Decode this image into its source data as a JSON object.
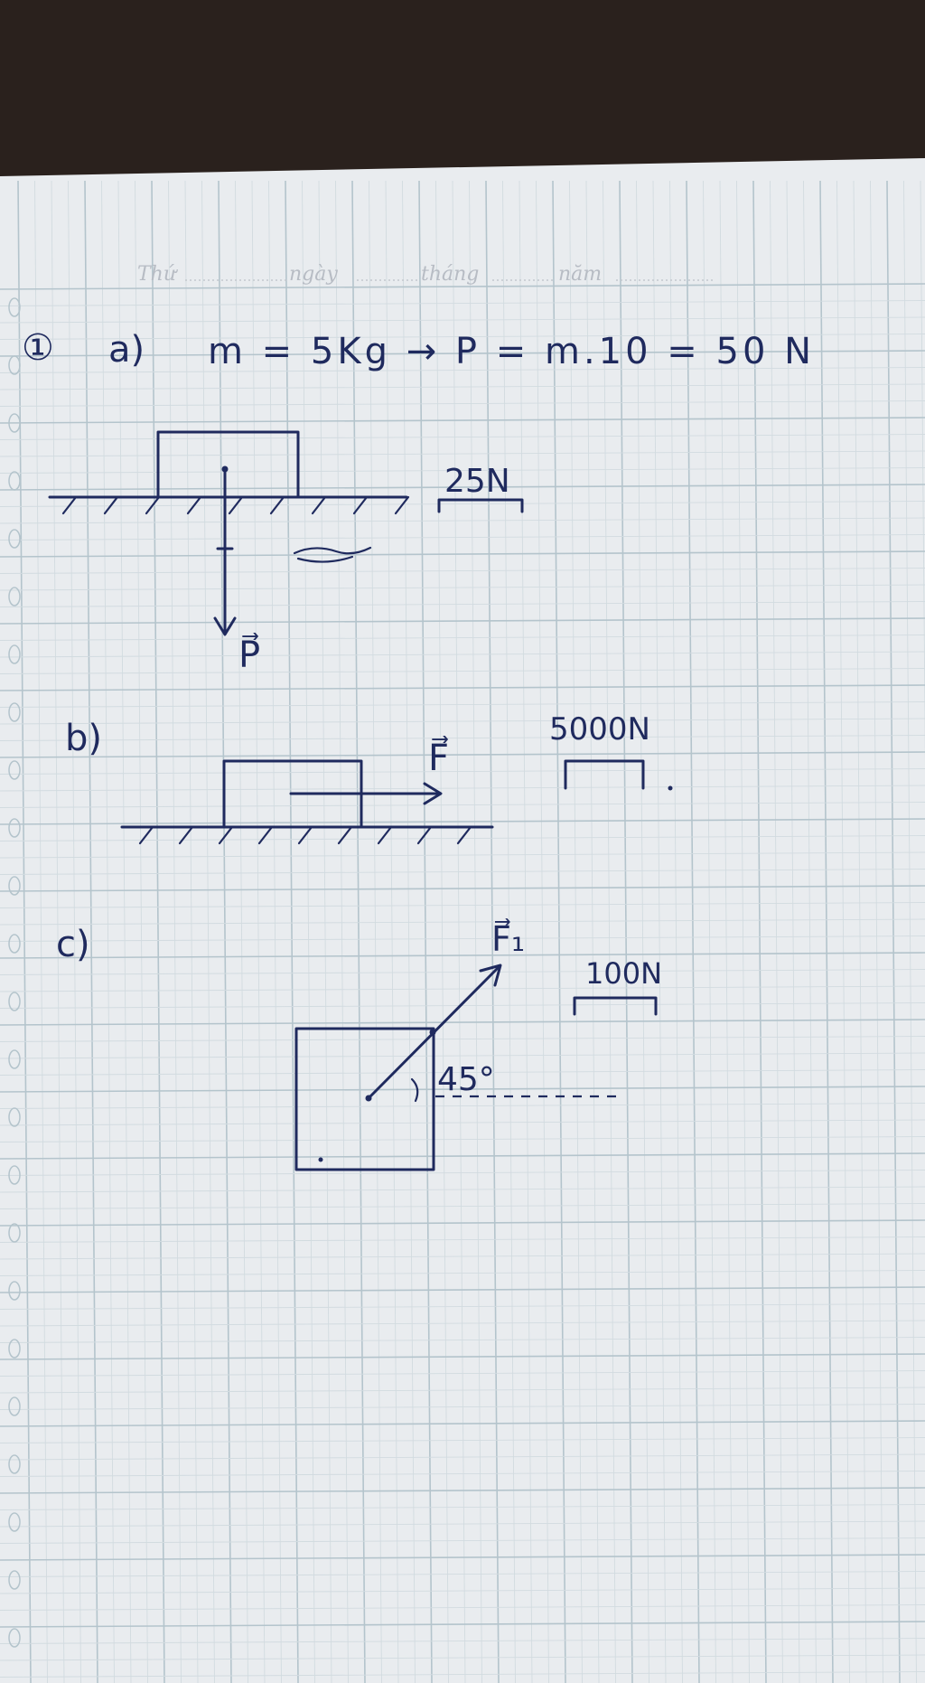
{
  "colors": {
    "desk": "#2a211d",
    "paper": "#e9ecef",
    "grid_fine": "#d2dbe0",
    "grid_major": "#b4c4cc",
    "ink": "#1f2a5e",
    "header_print": "#b7bcc4"
  },
  "header": {
    "weekday_label": "Thứ",
    "day_label": "ngày",
    "month_label": "tháng",
    "year_label": "năm"
  },
  "problem": {
    "number_mark": "①",
    "part_a": {
      "label": "a)",
      "equation": "m = 5Kg → P = m.10 = 50 N",
      "scale_label": "25N",
      "vector_label": "P⃗"
    },
    "part_b": {
      "label": "b)",
      "scale_label": "5000N",
      "vector_label": "F⃗"
    },
    "part_c": {
      "label": "c)",
      "scale_label": "100N",
      "vector_label": "F⃗₁",
      "angle_label": "45°"
    }
  }
}
